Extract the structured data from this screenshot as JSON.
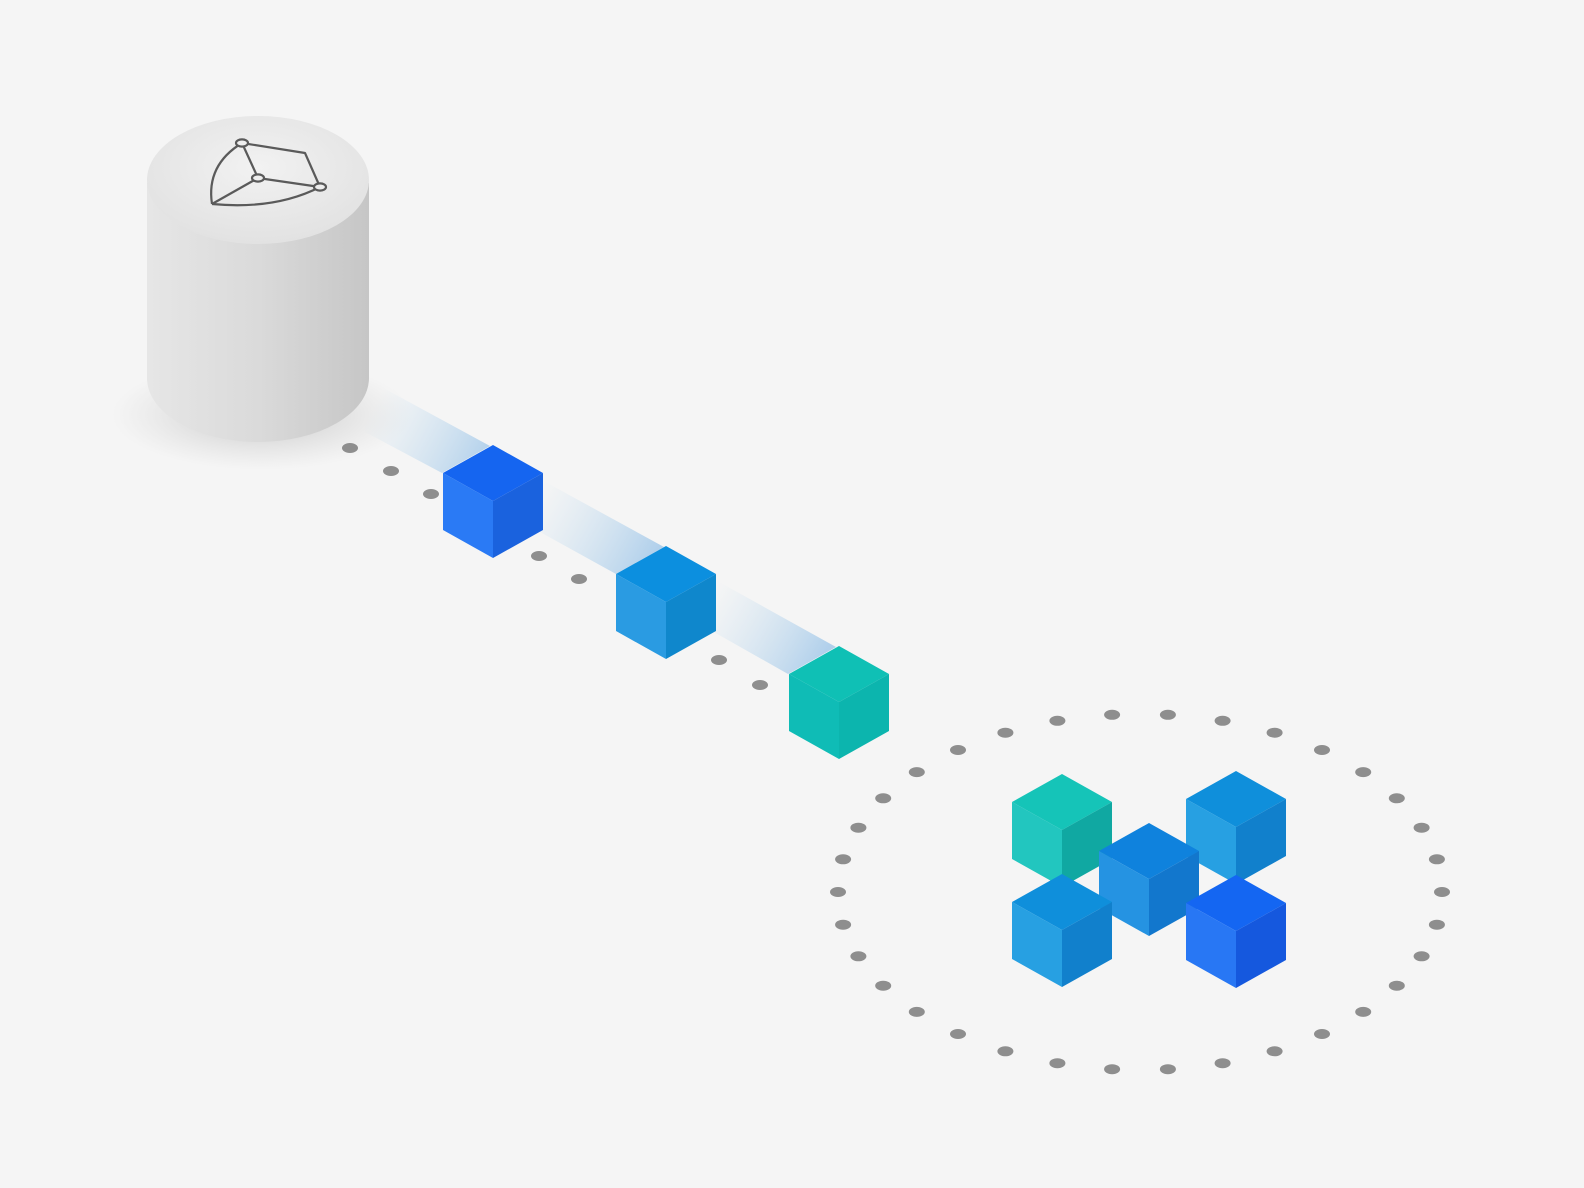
{
  "illustration": {
    "background": "#f5f5f5",
    "database": {
      "icon": "graph-network-icon",
      "color": "#d8d8d8"
    },
    "dot_color": "#8e8e8e",
    "beam_color": "#8cbce6",
    "stream_cubes": [
      {
        "name": "stream-cube-1",
        "top": "#1565f0",
        "left": "#2a7af5",
        "right": "#1a62de"
      },
      {
        "name": "stream-cube-2",
        "top": "#0c8fdf",
        "left": "#2a9be2",
        "right": "#0f87cc"
      },
      {
        "name": "stream-cube-3",
        "top": "#0fc0b5",
        "left": "#0fbcb6",
        "right": "#0cb5ae"
      }
    ],
    "cluster_cubes": [
      {
        "name": "cluster-cube-top-left",
        "top": "#15c4b8",
        "left": "#22c6bf",
        "right": "#10a8a2"
      },
      {
        "name": "cluster-cube-top-right",
        "top": "#0f8fdb",
        "left": "#27a0e2",
        "right": "#1180cc"
      },
      {
        "name": "cluster-cube-center",
        "top": "#0f82dd",
        "left": "#2593e2",
        "right": "#1277cd"
      },
      {
        "name": "cluster-cube-bottom-left",
        "top": "#0f8fdb",
        "left": "#27a0e2",
        "right": "#1180cc"
      },
      {
        "name": "cluster-cube-bottom-right",
        "top": "#1466f2",
        "left": "#2877f4",
        "right": "#1558de"
      }
    ]
  }
}
